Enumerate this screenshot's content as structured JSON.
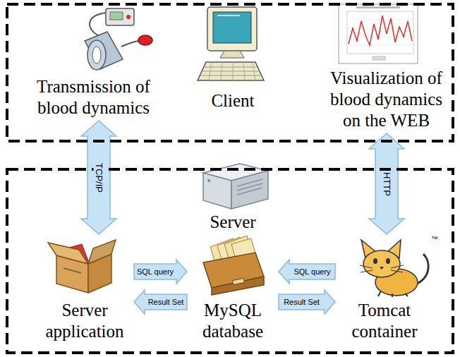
{
  "diagram": {
    "nodes": [
      {
        "text": [
          "Client"
        ]
      },
      {
        "text": [
          "Transmission of blood dynamics"
        ],
        "in": 0
      },
      {
        "text": [
          "Visualization of blood dynamics on the WEB"
        ],
        "in": 0
      },
      {
        "text": [
          "Server"
        ]
      },
      {
        "text": [
          "Server application"
        ],
        "in": 3
      },
      {
        "text": [
          "MySQL database"
        ],
        "in": 3
      },
      {
        "text": [
          "Tomcat container"
        ],
        "in": 3
      }
    ],
    "edges": [
      {
        "from": 1,
        "to": 4,
        "label": "TCP/IP",
        "arrow": "both"
      },
      {
        "from": 2,
        "to": 6,
        "label": "HTTP",
        "arrow": "both"
      },
      {
        "from": 4,
        "to": 5,
        "label": "SQL query",
        "arrow": "to"
      },
      {
        "from": 5,
        "to": 4,
        "label": "Result Set",
        "arrow": "to"
      },
      {
        "from": 6,
        "to": 5,
        "label": "SQL query",
        "arrow": "to"
      },
      {
        "from": 5,
        "to": 6,
        "label": "Result Set",
        "arrow": "to"
      }
    ],
    "labels": [
      "™"
    ]
  }
}
